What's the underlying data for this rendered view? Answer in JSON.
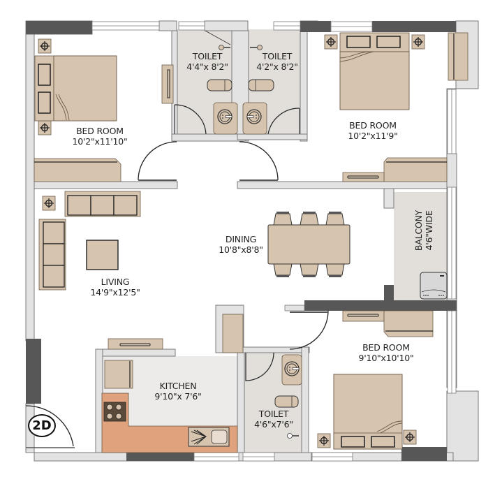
{
  "plan": {
    "view_badge": "2D",
    "colors": {
      "wall": "#e3e3e3",
      "wall_outline": "#7a7a7a",
      "dark_wall": "#575757",
      "furniture": "#d6c4ae",
      "furniture_outline": "#6b5a48",
      "wet_floor": "#e2dfdb",
      "kitchen_floor": "#ecebea",
      "counter": "#dfa27c",
      "window": "#ffffff"
    },
    "rooms": [
      {
        "id": "bedroom-1",
        "name": "BED ROOM",
        "dims": "10'2\"x11'10\""
      },
      {
        "id": "toilet-1",
        "name": "TOILET",
        "dims": "4'4\"x 8'2\""
      },
      {
        "id": "toilet-2",
        "name": "TOILET",
        "dims": "4'2\"x 8'2\""
      },
      {
        "id": "bedroom-2",
        "name": "BED ROOM",
        "dims": "10'2\"x11'9\""
      },
      {
        "id": "living",
        "name": "LIVING",
        "dims": "14'9\"x12'5\""
      },
      {
        "id": "dining",
        "name": "DINING",
        "dims": "10'8\"x8'8\""
      },
      {
        "id": "balcony",
        "name": "BALCONY",
        "dims": "4'6\"WIDE"
      },
      {
        "id": "kitchen",
        "name": "KITCHEN",
        "dims": "9'10\"x 7'6\""
      },
      {
        "id": "toilet-3",
        "name": "TOILET",
        "dims": "4'6\"x7'6\""
      },
      {
        "id": "bedroom-3",
        "name": "BED ROOM",
        "dims": "9'10\"x10'10\""
      }
    ]
  }
}
